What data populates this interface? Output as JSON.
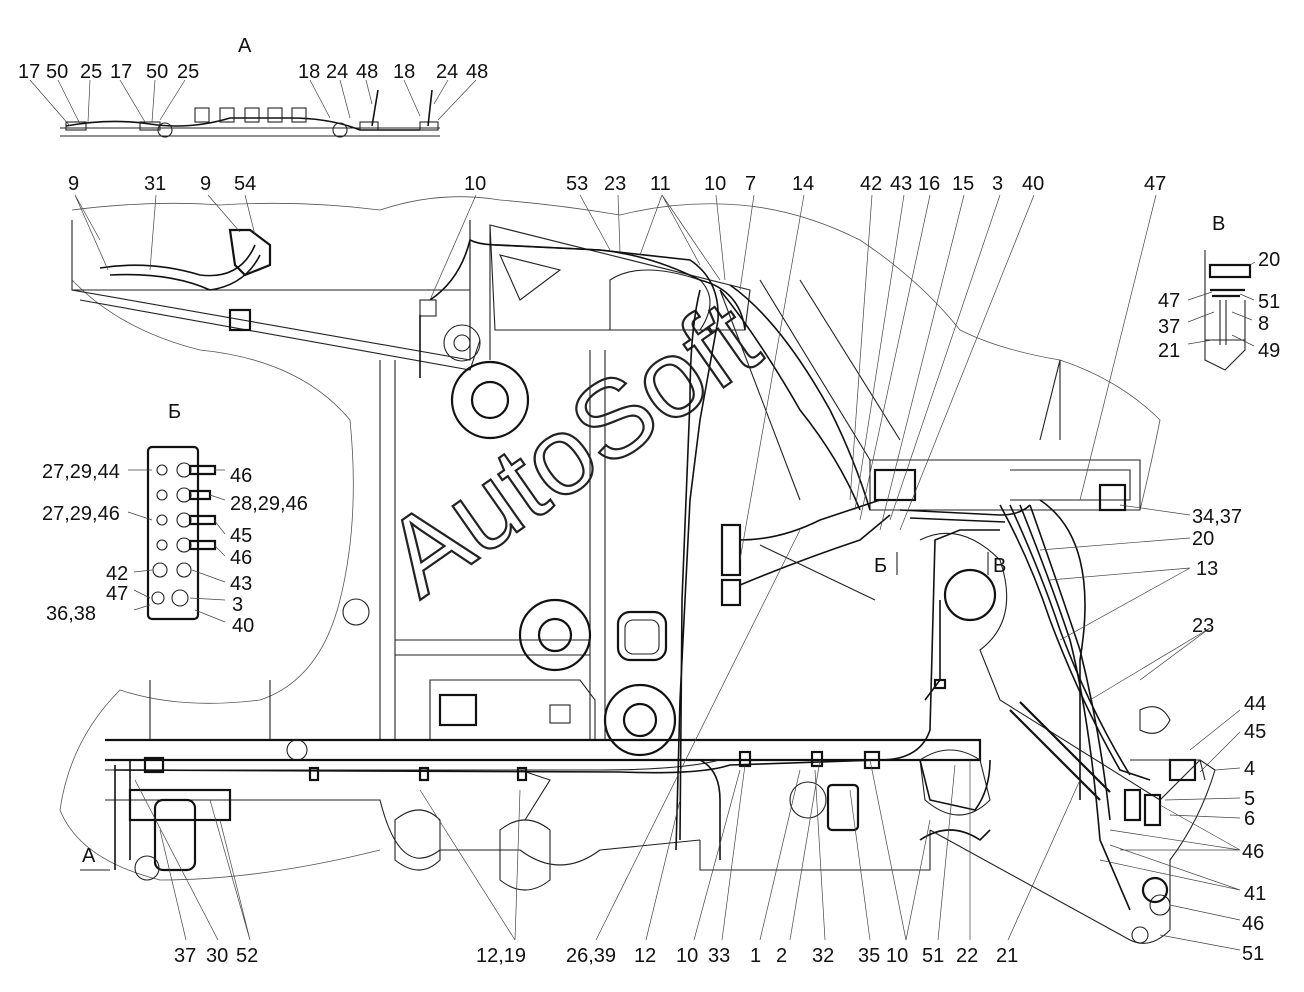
{
  "watermark": "AutoSoft",
  "views": {
    "view_a": "А",
    "view_b": "Б",
    "view_v": "В",
    "section_a": "А",
    "section_b": "Б",
    "section_v": "В"
  },
  "view_a_labels": [
    "17",
    "50",
    "25",
    "17",
    "50",
    "25",
    "18",
    "24",
    "48",
    "18",
    "24",
    "48"
  ],
  "top_labels": [
    "9",
    "31",
    "9",
    "54",
    "10",
    "53",
    "23",
    "11",
    "10",
    "7",
    "14",
    "42",
    "43",
    "16",
    "15",
    "3",
    "40",
    "47"
  ],
  "view_b_labels": [
    "27,29,44",
    "46",
    "28,29,46",
    "27,29,46",
    "45",
    "46",
    "42",
    "43",
    "47",
    "3",
    "36,38",
    "40"
  ],
  "view_v_labels": [
    "20",
    "47",
    "51",
    "37",
    "8",
    "21",
    "49"
  ],
  "right_labels": [
    "34,37",
    "20",
    "13",
    "23",
    "44",
    "45",
    "4",
    "5",
    "6",
    "46",
    "41",
    "46",
    "51"
  ],
  "bottom_labels": [
    "37",
    "30",
    "52",
    "12,19",
    "26,39",
    "12",
    "10",
    "33",
    "1",
    "2",
    "32",
    "35",
    "10",
    "51",
    "22",
    "21"
  ]
}
